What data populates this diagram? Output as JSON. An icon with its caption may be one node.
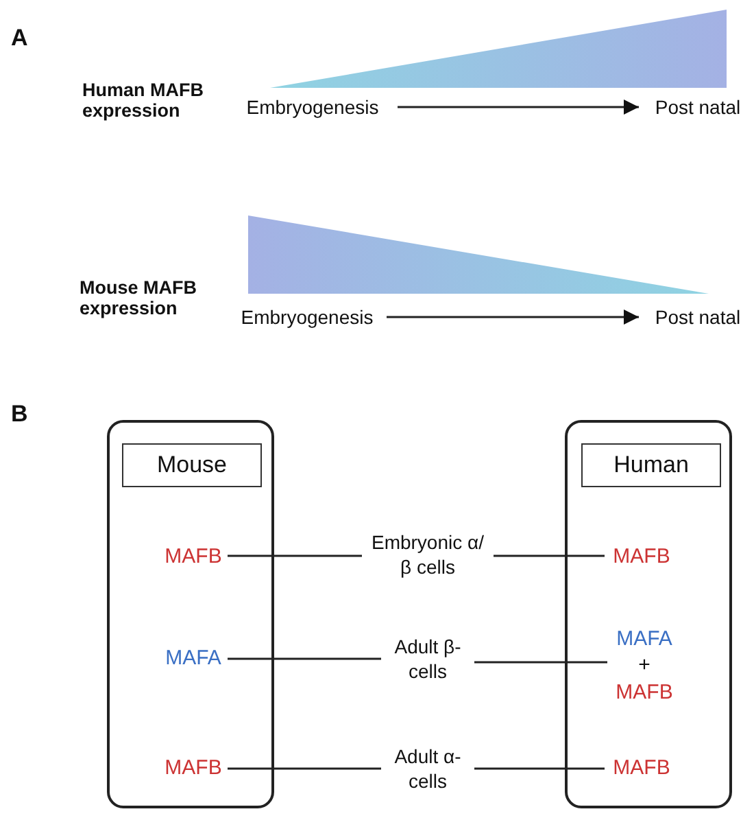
{
  "diagram": {
    "nodes": [
      {
        "text": [
          "Embryogenesis"
        ]
      },
      {
        "text": [
          "Post natal"
        ]
      },
      {
        "text": [
          "Embryogenesis"
        ]
      },
      {
        "text": [
          "Post natal"
        ]
      },
      {
        "text": [],
        "shape": "box"
      },
      {
        "text": [
          "Mouse"
        ],
        "in": 4
      },
      {
        "text": [
          "MAFB"
        ],
        "in": 4
      },
      {
        "text": [
          "MAFA"
        ],
        "in": 4
      },
      {
        "text": [
          "MAFB"
        ],
        "in": 4
      },
      {
        "text": [
          "Embryonic α/β cells"
        ]
      },
      {
        "text": [
          "Adult β-cells"
        ]
      },
      {
        "text": [
          "Adult α-cells"
        ]
      },
      {
        "text": [],
        "shape": "box"
      },
      {
        "text": [
          "Human"
        ],
        "in": 12
      },
      {
        "text": [
          "MAFB"
        ],
        "in": 12
      },
      {
        "text": [
          "MAFA",
          "+",
          "MAFB"
        ],
        "in": 12
      },
      {
        "text": [
          "MAFB"
        ],
        "in": 12
      },
      {
        "text": [],
        "shape": "triangle"
      },
      {
        "text": [],
        "shape": "triangle"
      }
    ],
    "edges": [
      {
        "from": 0,
        "to": 1,
        "arrow": "to"
      },
      {
        "from": 2,
        "to": 3,
        "arrow": "to"
      },
      {
        "from": 6,
        "to": 9,
        "arrow": "none"
      },
      {
        "from": 9,
        "to": 14,
        "arrow": "none"
      },
      {
        "from": 7,
        "to": 10,
        "arrow": "none"
      },
      {
        "from": 10,
        "to": 15,
        "arrow": "none"
      },
      {
        "from": 8,
        "to": 11,
        "arrow": "none"
      },
      {
        "from": 11,
        "to": 16,
        "arrow": "none"
      }
    ],
    "labels": [
      "A",
      "Human MAFB expression",
      "Mouse MAFB expression",
      "B"
    ]
  }
}
